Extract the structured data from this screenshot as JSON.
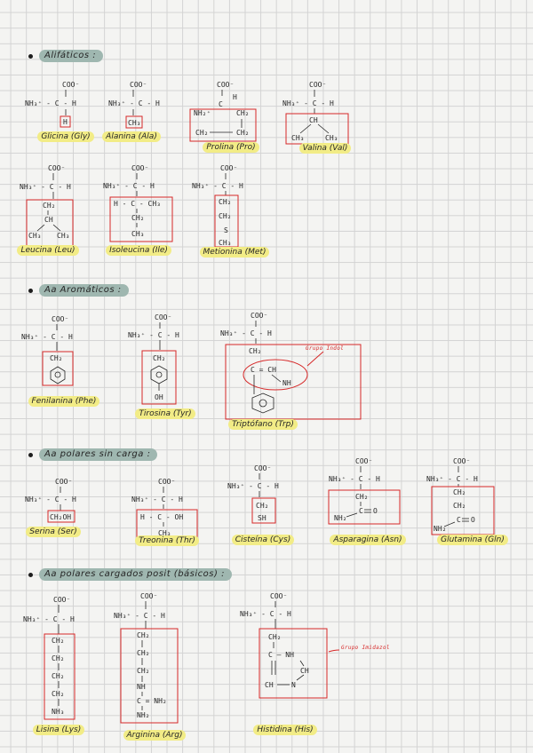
{
  "sections": [
    {
      "title": "Alifáticos :"
    },
    {
      "title": "Aa Aromáticos :"
    },
    {
      "title": "Aa polares sin carga :"
    },
    {
      "title": "Aa polares cargados posit (básicos) :"
    }
  ],
  "common": {
    "coo": "COO⁻",
    "amine": "NH₃⁺ - C - H",
    "bond": "|"
  },
  "aminoacids": {
    "gly": {
      "name": "Glicina (Gly)",
      "r": [
        "H"
      ]
    },
    "ala": {
      "name": "Alanina (Ala)",
      "r": [
        "CH₃"
      ]
    },
    "pro": {
      "name": "Prolina (Pro)",
      "r": [
        "NH₂⁺",
        "C",
        "H",
        "CH₂",
        "CH₂",
        "CH₂"
      ]
    },
    "val": {
      "name": "Valina (Val)",
      "r": [
        "CH",
        "CH₃",
        "CH₃"
      ]
    },
    "leu": {
      "name": "Leucina (Leu)",
      "r": [
        "CH₂",
        "CH",
        "CH₃",
        "CH₃"
      ]
    },
    "ile": {
      "name": "Isoleucina (Ile)",
      "r": [
        "H - C - CH₃",
        "CH₂",
        "CH₃"
      ]
    },
    "met": {
      "name": "Metionina (Met)",
      "r": [
        "CH₂",
        "CH₂",
        "S",
        "CH₃"
      ]
    },
    "phe": {
      "name": "Fenilanina (Phe)",
      "r": [
        "CH₂"
      ]
    },
    "tyr": {
      "name": "Tirosina (Tyr)",
      "r": [
        "CH₂",
        "OH"
      ]
    },
    "trp": {
      "name": "Triptófano (Trp)",
      "r": [
        "CH₂",
        "C = CH",
        "NH"
      ],
      "note": "Grupo Indol"
    },
    "ser": {
      "name": "Serina (Ser)",
      "r": [
        "CH₂OH"
      ]
    },
    "thr": {
      "name": "Treonina (Thr)",
      "r": [
        "H - C - OH",
        "CH₃"
      ]
    },
    "cys": {
      "name": "Cisteína (Cys)",
      "r": [
        "CH₂",
        "SH"
      ]
    },
    "asn": {
      "name": "Asparagina (Asn)",
      "r": [
        "CH₂",
        "C",
        "NH₂",
        "O"
      ]
    },
    "gln": {
      "name": "Glutamina (Gln)",
      "r": [
        "CH₂",
        "CH₂",
        "C",
        "NH₂",
        "O"
      ]
    },
    "lys": {
      "name": "Lisina (Lys)",
      "r": [
        "CH₂",
        "CH₂",
        "CH₂",
        "CH₂",
        "NH₃"
      ]
    },
    "arg": {
      "name": "Arginina (Arg)",
      "r": [
        "CH₂",
        "CH₂",
        "CH₂",
        "NH",
        "C = NH₂",
        "NH₂"
      ]
    },
    "his": {
      "name": "Histidina (His)",
      "r": [
        "CH₂",
        "C — NH",
        "CH",
        "CH",
        "N"
      ],
      "note": "Grupo Imidazol"
    }
  }
}
